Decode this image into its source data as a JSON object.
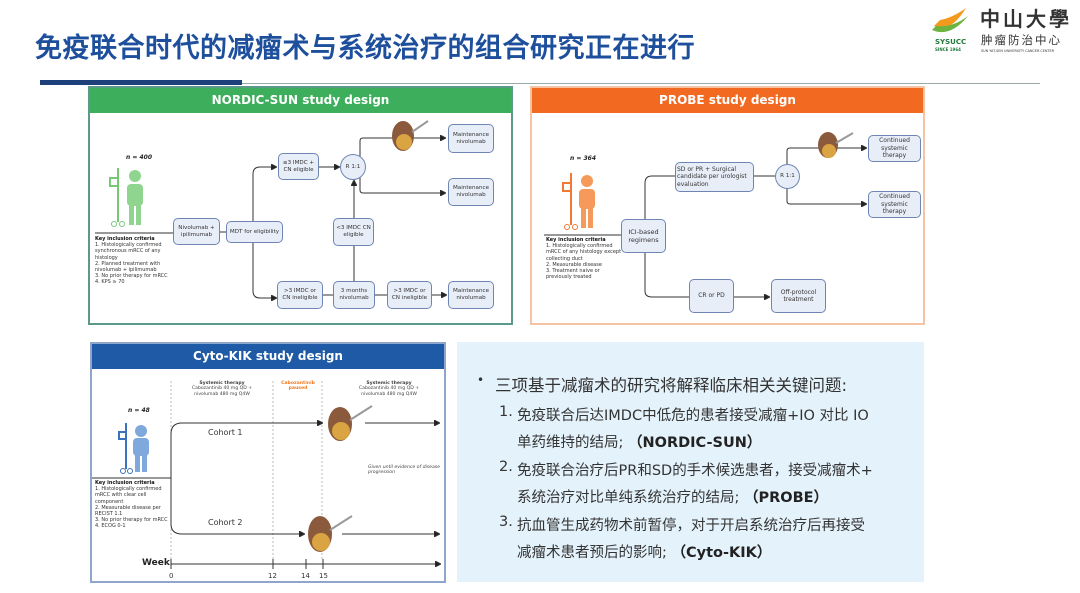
{
  "title": "免疫联合时代的减瘤术与系统治疗的组合研究正在进行",
  "logo": {
    "cn_name": "中山大學",
    "cn_sub": "肿瘤防治中心",
    "abbr": "SYSUCC",
    "since": "SINCE 1964",
    "en": "SUN YAT-SEN UNIVERSITY CANCER CENTER"
  },
  "colors": {
    "title": "#1d4f9c",
    "nordic": "#3cae5c",
    "probe": "#f26a21",
    "cyto": "#1f5aa6",
    "textbox_bg": "#e4f2fb"
  },
  "nordic": {
    "header": "NORDIC-SUN study design",
    "n": "n = 400",
    "criteria_title": "Key inclusion criteria",
    "criteria": [
      "1. Histologically confirmed synchronous mRCC of any histology",
      "2. Planned treatment with nivolumab + ipilimumab",
      "3. No prior therapy for mRCC",
      "4. KPS ≥ 70"
    ],
    "nivo_ipi": "Nivolumab + ipilimumab",
    "mdt": "MDT for eligibility",
    "le3_eligible": "≤3 IMDC + CN eligible",
    "r": "R 1:1",
    "maint1": "Maintenance nivolumab",
    "maint2": "Maintenance nivolumab",
    "lt3_eligible": "<3 IMDC CN eligible",
    "gt3_1": ">3 IMDC or CN ineligible",
    "three_months": "3 months nivolumab",
    "gt3_2": ">3 IMDC or CN ineligible",
    "maint3": "Maintenance nivolumab"
  },
  "probe": {
    "header": "PROBE study design",
    "n": "n = 364",
    "criteria_title": "Key inclusion criteria",
    "criteria": [
      "1. Histologically confirmed mRCC of any histology except collecting duct",
      "2. Measurable disease",
      "3. Treatment naive or previously treated"
    ],
    "ici": "ICI-based regimens",
    "sdpr": "SD or PR + Surgical candidate per urologist evaluation",
    "r": "R 1:1",
    "cont1": "Continued systemic therapy",
    "cont2": "Continued systemic therapy",
    "crpd": "CR or PD",
    "offp": "Off-protocol treatment"
  },
  "cyto": {
    "header": "Cyto-KIK study design",
    "n": "n = 48",
    "sys1_title": "Systemic therapy",
    "sys1_text": "Cabozantinib 40 mg QD + nivolumab 480 mg Q4W",
    "paused": "Cabozantinib paused",
    "sys2_title": "Systemic therapy",
    "sys2_text": "Cabozantinib 40 mg QD + nivolumab 480 mg Q4W",
    "cohort1": "Cohort 1",
    "cohort2": "Cohort 2",
    "given": "Given until evidence of disease progression",
    "criteria_title": "Key inclusion criteria",
    "criteria": [
      "1. Histologically confirmed mRCC with clear cell component",
      "2. Measurable disease per RECIST 1.1",
      "3. No prior therapy for mRCC",
      "4. ECOG 0-1"
    ],
    "week": "Week",
    "ticks": [
      "0",
      "12",
      "14",
      "15"
    ]
  },
  "summary": {
    "bullet": "三项基于减瘤术的研究将解释临床相关关键问题:",
    "items": [
      {
        "num": "1.",
        "line1": "免疫联合后达IMDC中低危的患者接受减瘤+IO 对比 IO",
        "line2": "单药维持的结局;",
        "tag": "（NORDIC-SUN）"
      },
      {
        "num": "2.",
        "line1": "免疫联合治疗后PR和SD的手术候选患者，接受减瘤术+",
        "line2": "系统治疗对比单纯系统治疗的结局;",
        "tag": "（PROBE）"
      },
      {
        "num": "3.",
        "line1": "抗血管生成药物术前暂停，对于开启系统治疗后再接受",
        "line2": "减瘤术患者预后的影响;",
        "tag": "（Cyto-KIK）"
      }
    ]
  }
}
